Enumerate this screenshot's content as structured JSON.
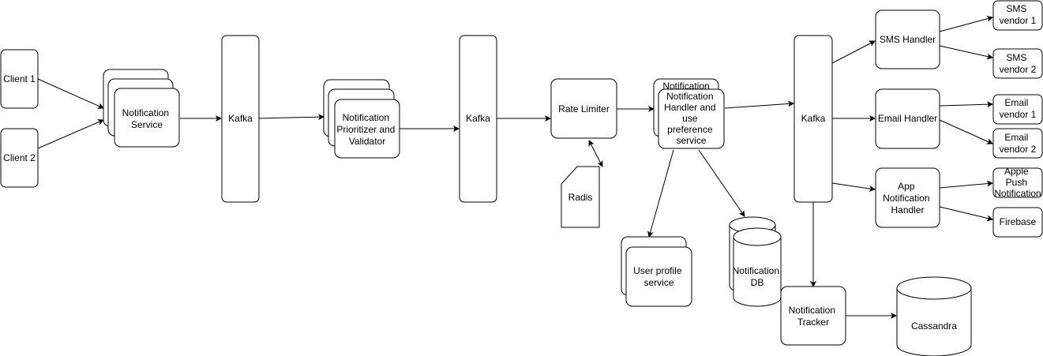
{
  "colors": {
    "stroke": "#000000",
    "fill": "#ffffff",
    "text": "#000000"
  },
  "nodes": {
    "client1": {
      "lines": [
        "Client 1"
      ]
    },
    "client2": {
      "lines": [
        "Client 2"
      ]
    },
    "notification_service": {
      "lines": [
        "Notification",
        "Service"
      ]
    },
    "kafka1": {
      "lines": [
        "Kafka"
      ]
    },
    "prioritizer": {
      "lines": [
        "Notification",
        "Prioritizer and",
        "Validator"
      ]
    },
    "kafka2": {
      "lines": [
        "Kafka"
      ]
    },
    "rate_limiter": {
      "lines": [
        "Rate Limiter"
      ]
    },
    "radis": {
      "lines": [
        "Radis"
      ]
    },
    "notification_handler": {
      "lines": [
        "Notification",
        "Handler and",
        "use",
        "preference",
        "service"
      ]
    },
    "notification_handler_back": {
      "lines": [
        "Notification"
      ]
    },
    "user_profile_service": {
      "lines": [
        "User profile",
        "service"
      ]
    },
    "notification_db": {
      "lines": [
        "Notification",
        "DB"
      ]
    },
    "kafka3": {
      "lines": [
        "Kafka"
      ]
    },
    "notification_tracker": {
      "lines": [
        "Notification",
        "Tracker"
      ]
    },
    "cassandra": {
      "lines": [
        "Cassandra"
      ]
    },
    "sms_handler": {
      "lines": [
        "SMS Handler"
      ]
    },
    "email_handler": {
      "lines": [
        "Email Handler"
      ]
    },
    "app_notification_handler": {
      "lines": [
        "App",
        "Notification",
        "Handler"
      ]
    },
    "sms_vendor1": {
      "lines": [
        "SMS",
        "vendor 1"
      ]
    },
    "sms_vendor2": {
      "lines": [
        "SMS",
        "vendor 2"
      ]
    },
    "email_vendor1": {
      "lines": [
        "Email",
        "vendor 1"
      ]
    },
    "email_vendor2": {
      "lines": [
        "Email",
        "vendor 2"
      ]
    },
    "apple_push": {
      "lines": [
        "Apple",
        "Push",
        "Notification"
      ]
    },
    "firebase": {
      "lines": [
        "Firebase"
      ]
    }
  }
}
